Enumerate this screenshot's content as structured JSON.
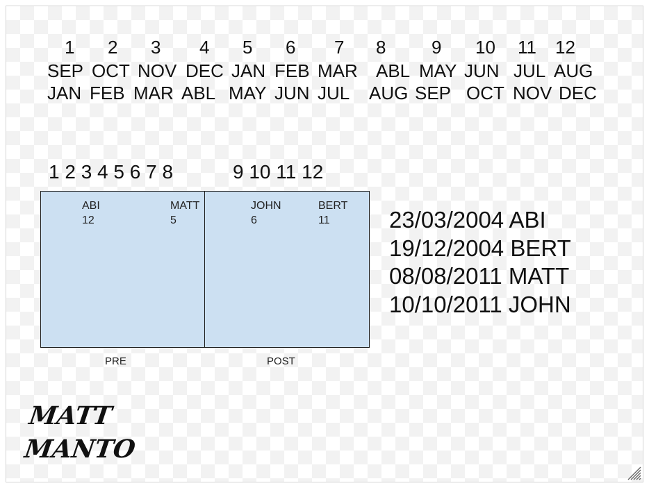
{
  "months": {
    "numbers": [
      "1",
      "2",
      "3",
      "4",
      "5",
      "6",
      "7",
      "8",
      "9",
      "10",
      "11",
      "12"
    ],
    "academic_row": [
      "SEP",
      "OCT",
      "NOV",
      "DEC",
      "JAN",
      "FEB",
      "MAR",
      "ABL",
      "MAY",
      "JUN",
      "JUL",
      "AUG"
    ],
    "calendar_row": [
      "JAN",
      "FEB",
      "MAR",
      "ABL",
      "MAY",
      "JUN",
      "JUL",
      "AUG",
      "SEP",
      "OCT",
      "NOV",
      "DEC"
    ]
  },
  "scale": {
    "left": "1 2 3 4 5 6 7 8",
    "right": "9 10 11 12"
  },
  "groups": [
    {
      "caption": "PRE",
      "people": [
        {
          "name": "ABI",
          "value": "12"
        },
        {
          "name": "MATT",
          "value": "5"
        }
      ]
    },
    {
      "caption": "POST",
      "people": [
        {
          "name": "JOHN",
          "value": "6"
        },
        {
          "name": "BERT",
          "value": "11"
        }
      ]
    }
  ],
  "birthdays": [
    "23/03/2004 ABI",
    "19/12/2004 BERT",
    "08/08/2011 MATT",
    "10/10/2011 JOHN"
  ],
  "signature": {
    "line1": "MATT",
    "line2": "MANTO"
  },
  "colors": {
    "box_fill": "#cce0f2",
    "box_border": "#1d1d1d"
  }
}
